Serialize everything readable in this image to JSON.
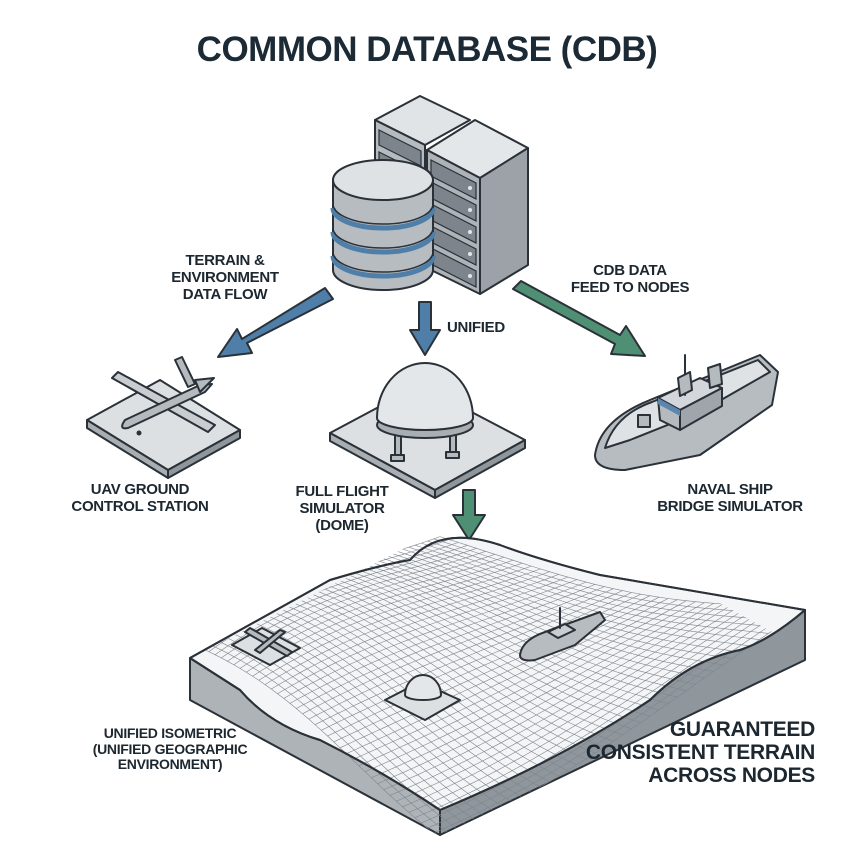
{
  "title": "COMMON DATABASE (CDB)",
  "colors": {
    "text": "#1c2730",
    "outline": "#2a3138",
    "arrow_blue": "#4f7fa8",
    "arrow_green": "#4f8f73",
    "panel_light": "#e3e6e9",
    "panel_mid": "#b9bec3",
    "panel_dark": "#8f969c",
    "accent_band": "#5b86ad"
  },
  "central_node": {
    "label": "COMMON DATABASE (CDB)",
    "icons": [
      "database-cylinder-icon",
      "server-rack-icon"
    ]
  },
  "flows": [
    {
      "id": "terrain-flow",
      "label": "TERRAIN &\nENVIRONMENT\nDATA FLOW",
      "color": "blue",
      "to": "uav"
    },
    {
      "id": "unified-flow",
      "label": "UNIFIED",
      "color": "blue",
      "to": "dome"
    },
    {
      "id": "feed-flow",
      "label": "CDB DATA\nFEED TO NODES",
      "color": "green",
      "to": "ship"
    },
    {
      "id": "terrain-down-flow",
      "label": "",
      "color": "green",
      "to": "terrain"
    }
  ],
  "nodes": [
    {
      "id": "uav",
      "label": "UAV GROUND\nCONTROL STATION",
      "icon": "uav-drone-icon"
    },
    {
      "id": "dome",
      "label": "FULL FLIGHT\nSIMULATOR\n(DOME)",
      "icon": "flight-sim-dome-icon"
    },
    {
      "id": "ship",
      "label": "NAVAL SHIP\nBRIDGE SIMULATOR",
      "icon": "naval-ship-icon"
    }
  ],
  "terrain": {
    "label": "UNIFIED ISOMETRIC\n(UNIFIED GEOGRAPHIC\nENVIRONMENT)",
    "icon": "wireframe-terrain-icon"
  },
  "callout": "GUARANTEED\nCONSISTENT TERRAIN\nACROSS NODES"
}
